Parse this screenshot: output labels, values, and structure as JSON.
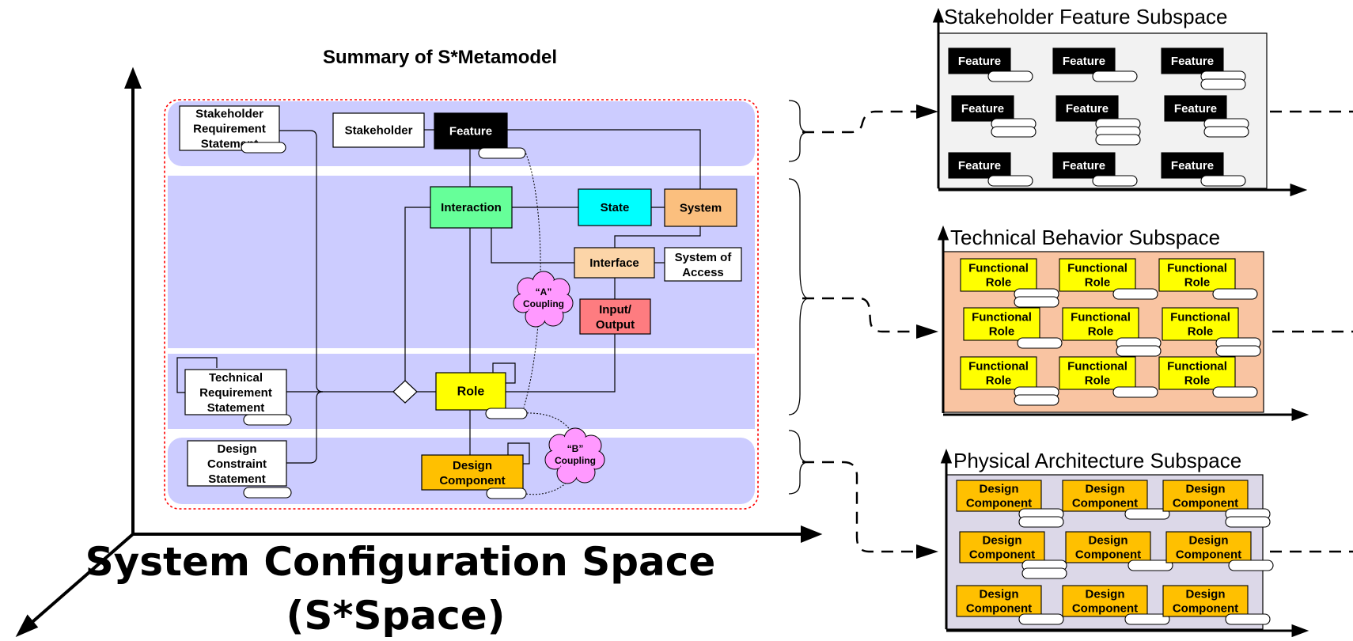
{
  "metamodel": {
    "title": "Summary of S*Metamodel",
    "nodes": {
      "stakeholder_req": [
        "Stakeholder",
        "Requirement",
        "Statement"
      ],
      "stakeholder": "Stakeholder",
      "feature": "Feature",
      "interaction": "Interaction",
      "state": "State",
      "system": "System",
      "interface": "Interface",
      "system_of_access": [
        "System of",
        "Access"
      ],
      "input_output": [
        "Input/",
        "Output"
      ],
      "technical_req": [
        "Technical",
        "Requirement",
        "Statement"
      ],
      "role": "Role",
      "design_constraint": [
        "Design",
        "Constraint",
        "Statement"
      ],
      "design_component": [
        "Design",
        "Component"
      ]
    },
    "couplings": {
      "a": [
        "“A”",
        "Coupling"
      ],
      "b": [
        "“B”",
        "Coupling"
      ]
    }
  },
  "space": {
    "title_line1": "System Configuration Space",
    "title_line2": "(S*Space)"
  },
  "subspaces": {
    "stakeholder_feature": {
      "title": "Stakeholder Feature Subspace",
      "item": "Feature",
      "color": "#000000",
      "panel_color": "#f2f2f2"
    },
    "technical_behavior": {
      "title": "Technical Behavior  Subspace",
      "item": [
        "Functional",
        "Role"
      ],
      "color": "#ffff00",
      "panel_color": "#f9c4a2"
    },
    "physical_architecture": {
      "title": "Physical Architecture Subspace",
      "item": [
        "Design",
        "Component"
      ],
      "color": "#ffc000",
      "panel_color": "#dcd8e8"
    }
  },
  "colors": {
    "band": "#ccccff",
    "interaction": "#66ff99",
    "state": "#00ffff",
    "system": "#fbbf7e",
    "interface": "#fcd5a8",
    "input_output": "#fe7c80",
    "role": "#ffff00",
    "design_component": "#ffc000",
    "coupling": "#ff99ff",
    "frame_border": "#ff0000"
  }
}
